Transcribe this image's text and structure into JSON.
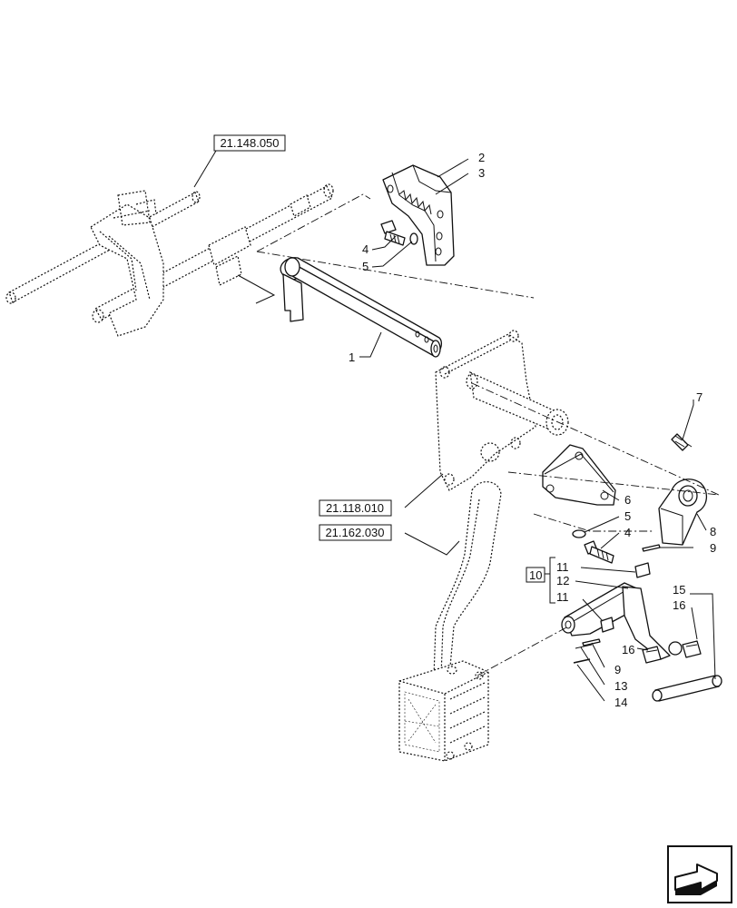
{
  "references": [
    {
      "id": "ref-21-148-050",
      "text": "21.148.050"
    },
    {
      "id": "ref-21-118-010",
      "text": "21.118.010"
    },
    {
      "id": "ref-21-162-030",
      "text": "21.162.030"
    }
  ],
  "callouts": {
    "c1": "1",
    "c2": "2",
    "c3": "3",
    "c4a": "4",
    "c5a": "5",
    "c4b": "4",
    "c5b": "5",
    "c6": "6",
    "c7": "7",
    "c8": "8",
    "c9a": "9",
    "c9b": "9",
    "c10": "10",
    "c11a": "11",
    "c11b": "11",
    "c12": "12",
    "c13": "13",
    "c14": "14",
    "c15": "15",
    "c16a": "16",
    "c16b": "16"
  },
  "nav_icon": "next-page-arrow-icon"
}
